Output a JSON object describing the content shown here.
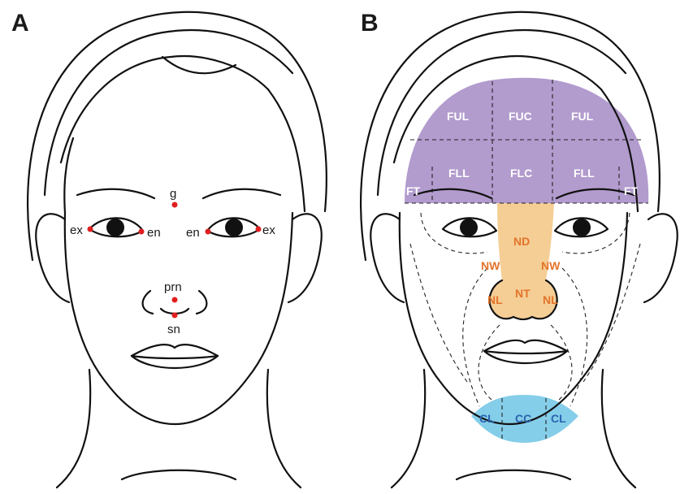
{
  "panels": {
    "a": {
      "letter": "A"
    },
    "b": {
      "letter": "B"
    }
  },
  "landmarks": {
    "g": "g",
    "ex_right": "ex",
    "en_right": "en",
    "en_left": "en",
    "ex_left": "ex",
    "prn": "prn",
    "sn": "sn"
  },
  "zones": {
    "ful_left": "FUL",
    "fuc": "FUC",
    "ful_right": "FUL",
    "fll_left": "FLL",
    "flc": "FLC",
    "fll_right": "FLL",
    "ft_left": "FT",
    "ft_right": "FT",
    "nd": "ND",
    "nw_left": "NW",
    "nw_right": "NW",
    "nt": "NT",
    "nl_left": "NL",
    "nl_right": "NL",
    "cl_left": "CL",
    "cc": "CC",
    "cl_right": "CL"
  },
  "colors": {
    "forehead": "#a48ac4",
    "nose": "#f4c98a",
    "chin": "#7ecbe8",
    "landmark_dot": "#e02020",
    "nose_label": "#e3742a",
    "chin_label": "#2a64b0"
  }
}
